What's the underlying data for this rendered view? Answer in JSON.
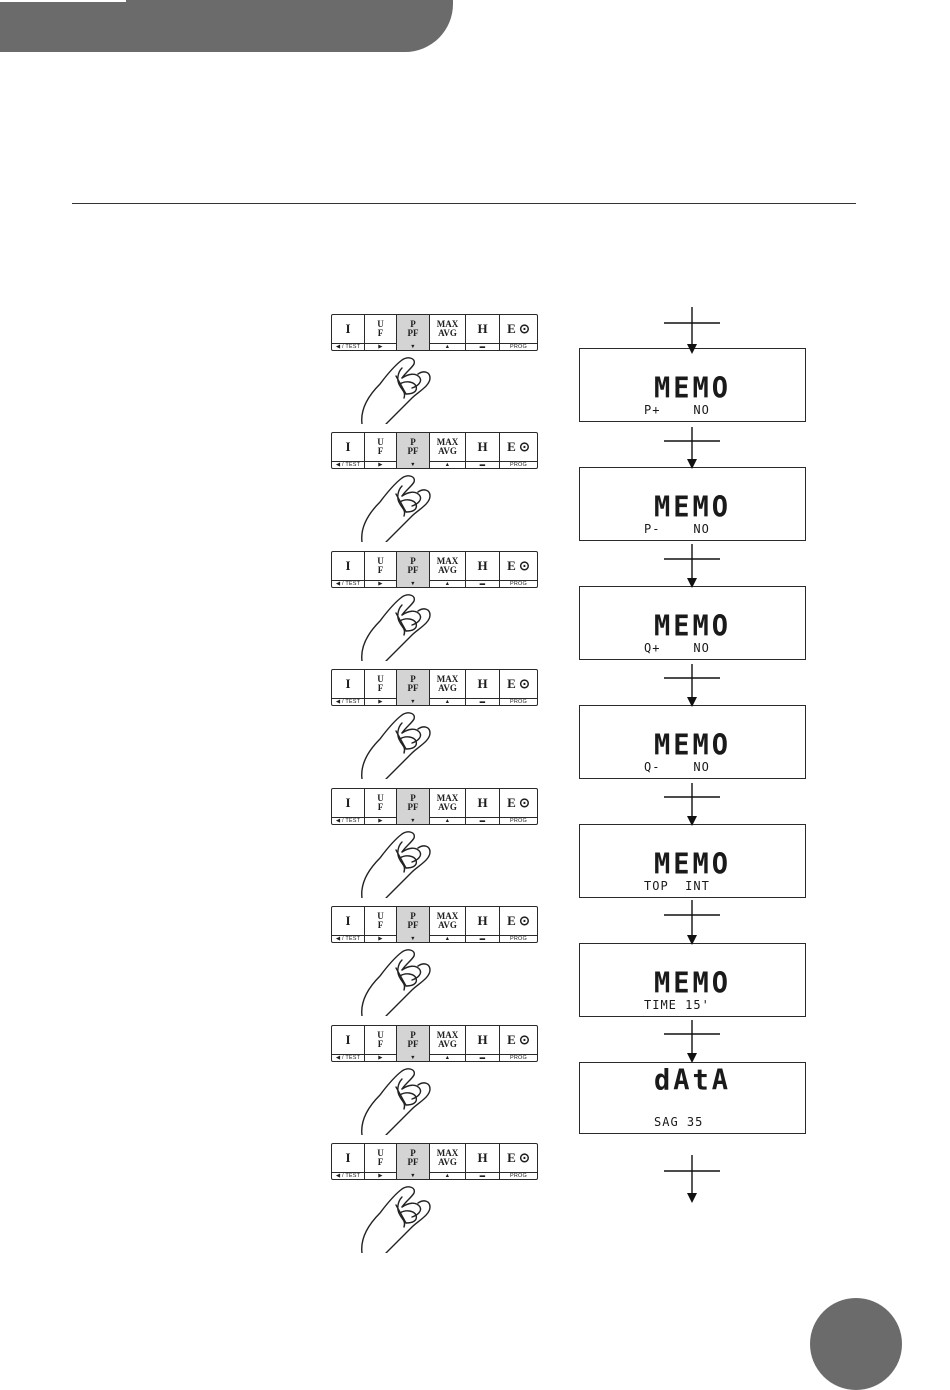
{
  "keypad": {
    "keys": [
      {
        "top": "I",
        "bottom": ""
      },
      {
        "top": "U",
        "bottom": "F"
      },
      {
        "top": "P",
        "bottom": "PF"
      },
      {
        "top": "MAX",
        "bottom": "AVG"
      },
      {
        "top": "H",
        "bottom": ""
      },
      {
        "top": "E ⊙",
        "bottom": ""
      }
    ],
    "strip": [
      "◀ / TEST",
      "▶",
      "▼",
      "▲",
      "▬",
      "PROG"
    ],
    "pressed_key": "P / PF (▼)",
    "pressed_color": "#d4d4d4"
  },
  "screens": [
    {
      "top": "MEMO",
      "bottom": "P+    NO"
    },
    {
      "top": "MEMO",
      "bottom": "P-    NO"
    },
    {
      "top": "MEMO",
      "bottom": "Q+    NO"
    },
    {
      "top": "MEMO",
      "bottom": "Q-    NO"
    },
    {
      "top": "MEMO",
      "bottom": "TOP  INT"
    },
    {
      "top": "MEMO",
      "bottom": "TIME 15'"
    },
    {
      "top": "dAtA",
      "bottom": "SAG 35"
    }
  ],
  "colors": {
    "header_gray": "#6b6b6b",
    "ink": "#1e1e1e"
  },
  "icons": [
    "hand-pointer-icon",
    "flow-arrow-icon"
  ]
}
